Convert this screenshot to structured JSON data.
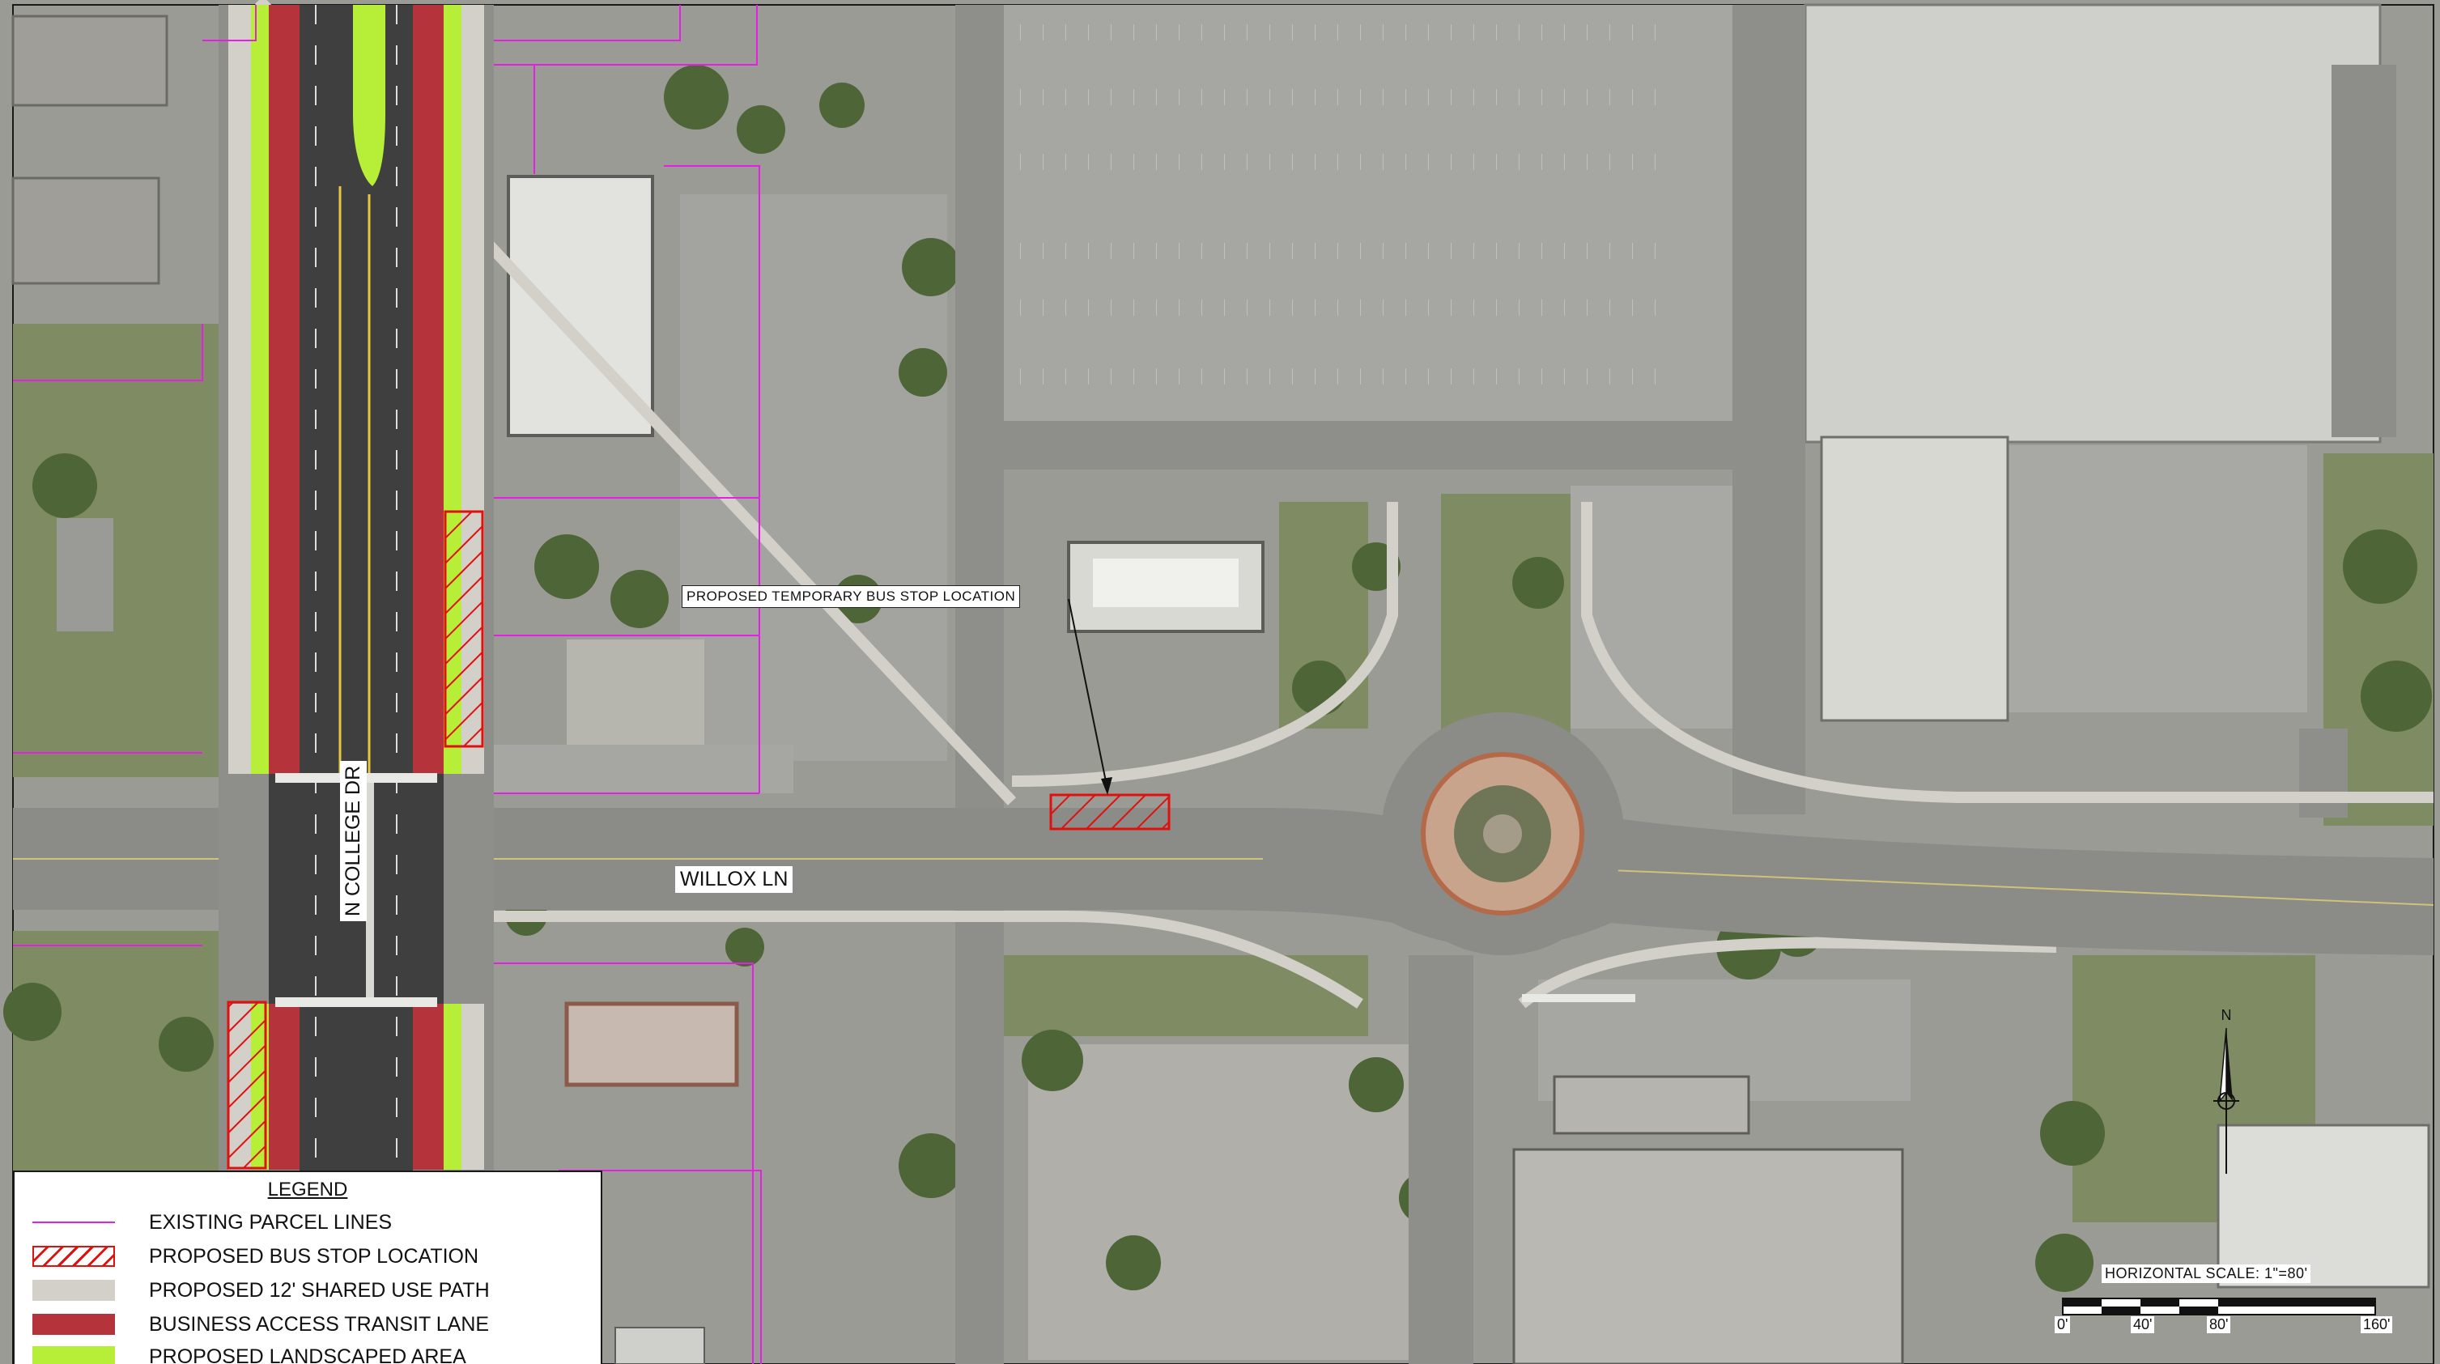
{
  "labels": {
    "willox": "WILLOX LN",
    "college": "N COLLEGE DR",
    "callout": "PROPOSED TEMPORARY BUS STOP LOCATION"
  },
  "legend": {
    "title": "LEGEND",
    "items": [
      {
        "id": "parcel",
        "label": "EXISTING PARCEL LINES",
        "color": "#e61ee6"
      },
      {
        "id": "bus",
        "label": "PROPOSED BUS STOP LOCATION",
        "color": "#e01010"
      },
      {
        "id": "path",
        "label": "PROPOSED 12' SHARED USE PATH",
        "color": "#d2d0c8"
      },
      {
        "id": "bat",
        "label": "BUSINESS ACCESS TRANSIT LANE",
        "color": "#b5333a"
      },
      {
        "id": "land",
        "label": "PROPOSED LANDSCAPED AREA",
        "color": "#b7ef38"
      }
    ]
  },
  "scale": {
    "title": "HORIZONTAL SCALE: 1\"=80'",
    "ticks": [
      "0'",
      "40'",
      "80'",
      "160'"
    ]
  },
  "north_label": "N",
  "colors": {
    "aerial_base": "#9b9b95",
    "pavement": "#8e8e8a",
    "lot": "#a6a6a2",
    "roof": "#cfcfcb",
    "grass": "#7e8b63",
    "tree": "#4e6538",
    "asphalt": "#3f3f3f",
    "bat_lane": "#b5333a",
    "landscape": "#b7ef38",
    "shared_path": "#d2d0c8",
    "parcel": "#e61ee6",
    "bus_stop": "#e01010"
  }
}
